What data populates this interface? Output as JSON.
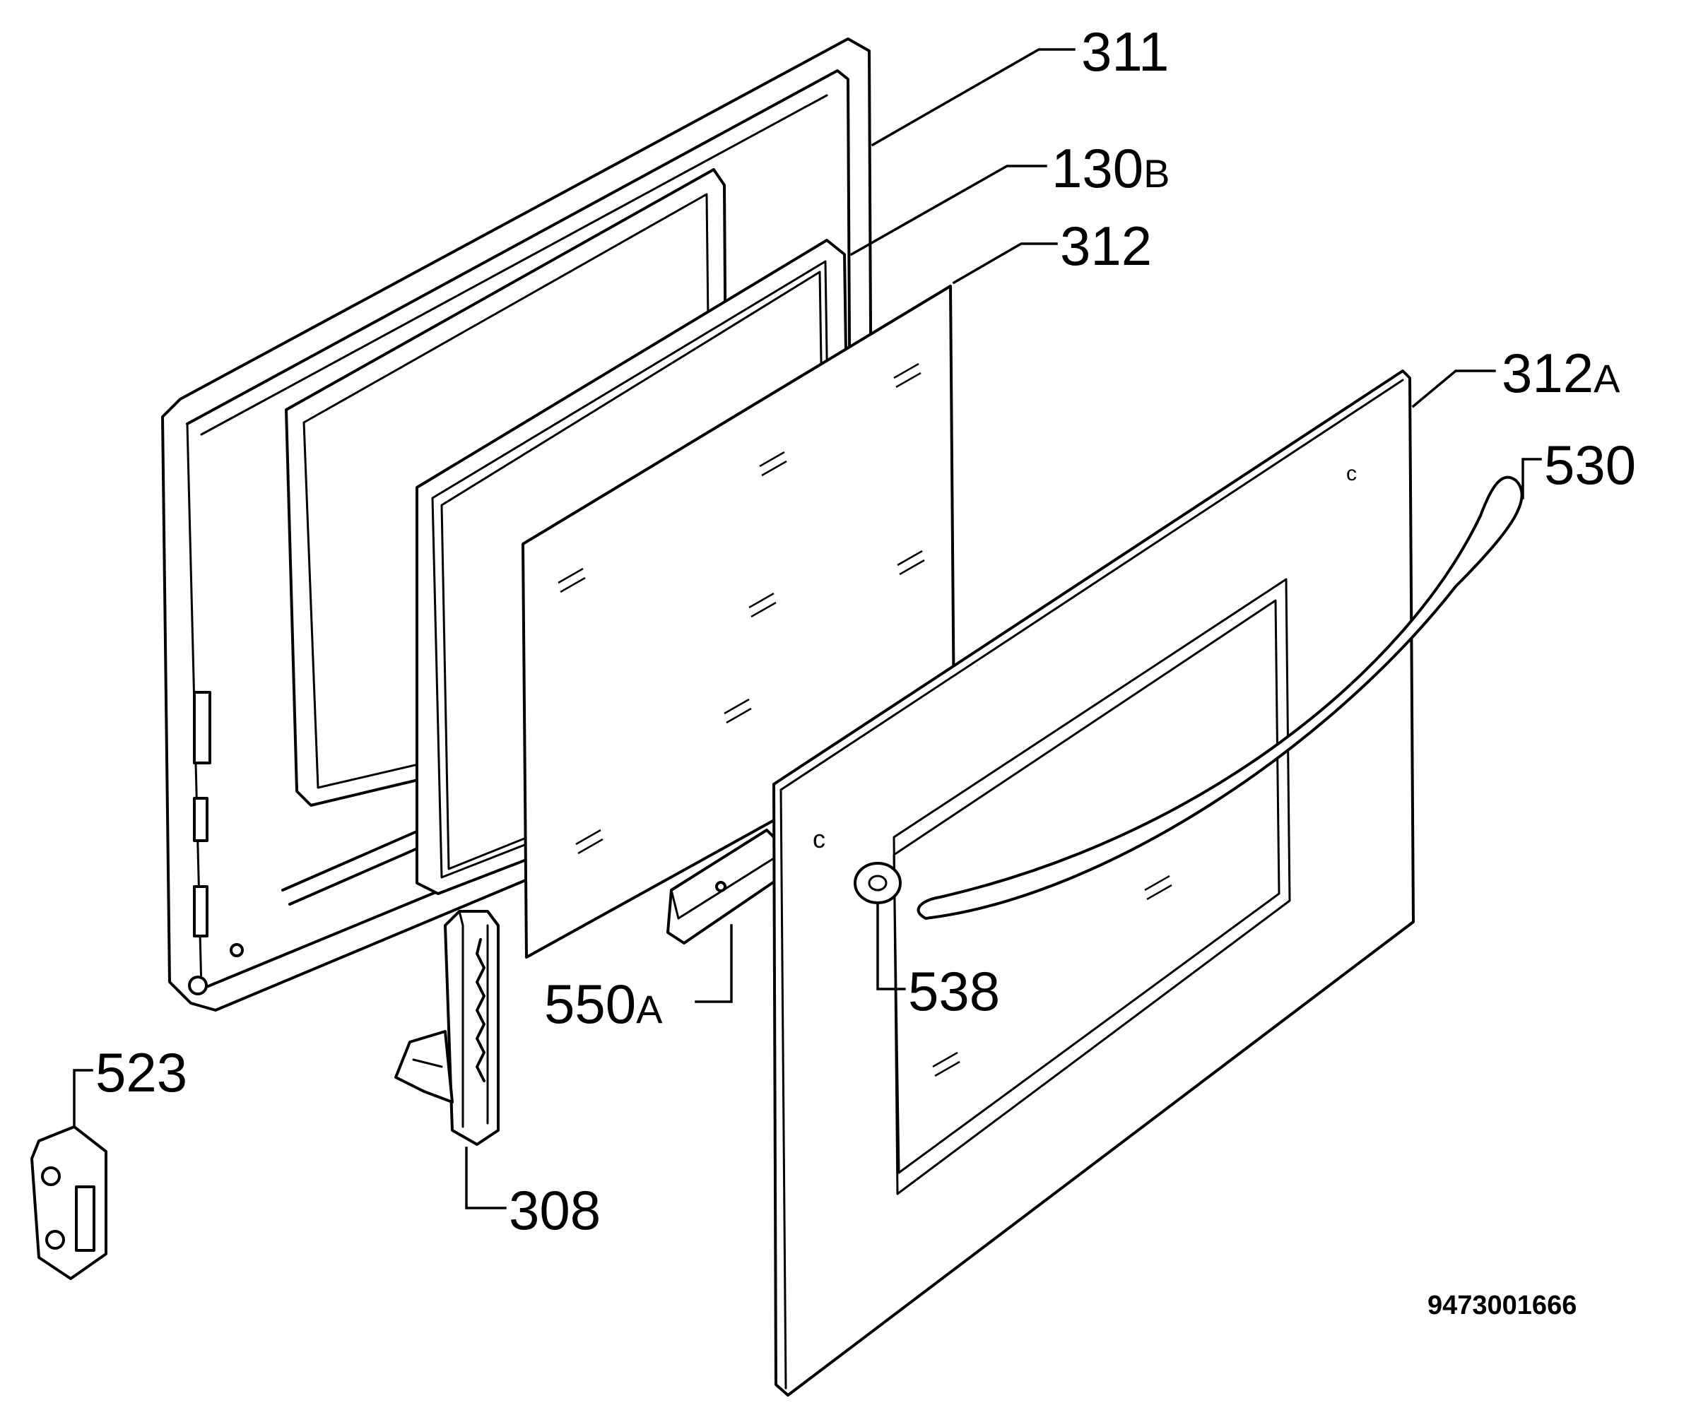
{
  "diagram": {
    "drawing_number": "9473001666",
    "callouts": [
      {
        "id": "311",
        "label": "311",
        "suffix": ""
      },
      {
        "id": "130b",
        "label": "130",
        "suffix": "B"
      },
      {
        "id": "312",
        "label": "312",
        "suffix": ""
      },
      {
        "id": "312a",
        "label": "312",
        "suffix": "A"
      },
      {
        "id": "530",
        "label": "530",
        "suffix": ""
      },
      {
        "id": "538",
        "label": "538",
        "suffix": ""
      },
      {
        "id": "550a",
        "label": "550",
        "suffix": "A"
      },
      {
        "id": "523",
        "label": "523",
        "suffix": ""
      },
      {
        "id": "308",
        "label": "308",
        "suffix": ""
      }
    ]
  }
}
